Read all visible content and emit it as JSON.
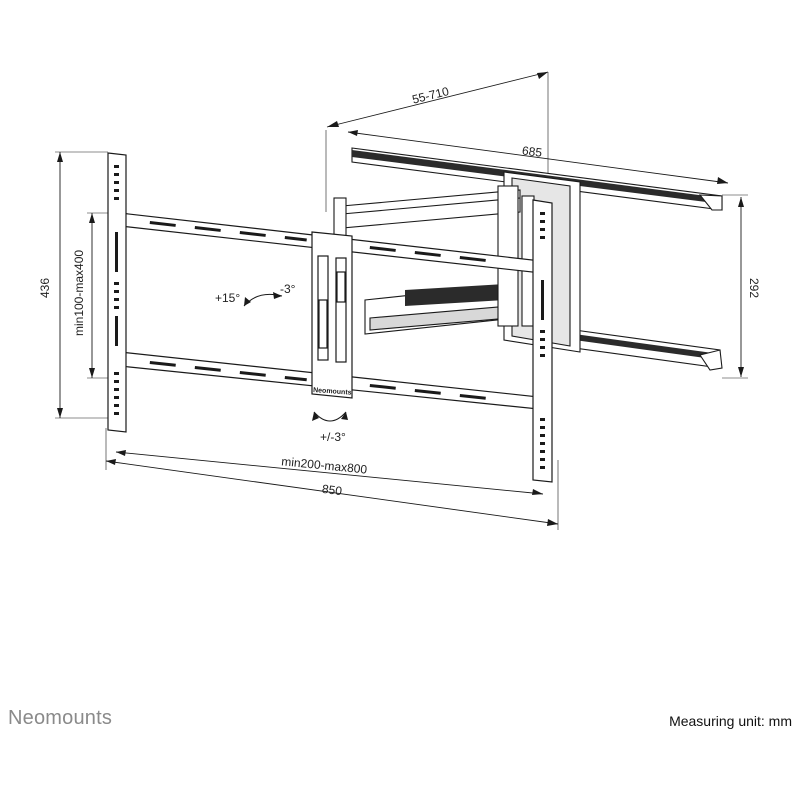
{
  "brand": {
    "name": "Neomounts"
  },
  "footer": {
    "unit_note": "Measuring unit: mm"
  },
  "plate_logo": "Neomounts",
  "dimensions": {
    "extension": "55-710",
    "arm_width": "685",
    "height_total": "436",
    "vesa_vertical": "min100-max400",
    "wall_plate_height": "292",
    "vesa_horizontal": "min200-max800",
    "width_total": "850"
  },
  "angles": {
    "tilt_up": "+15°",
    "tilt_down": "-3°",
    "roll": "+/-3°"
  }
}
